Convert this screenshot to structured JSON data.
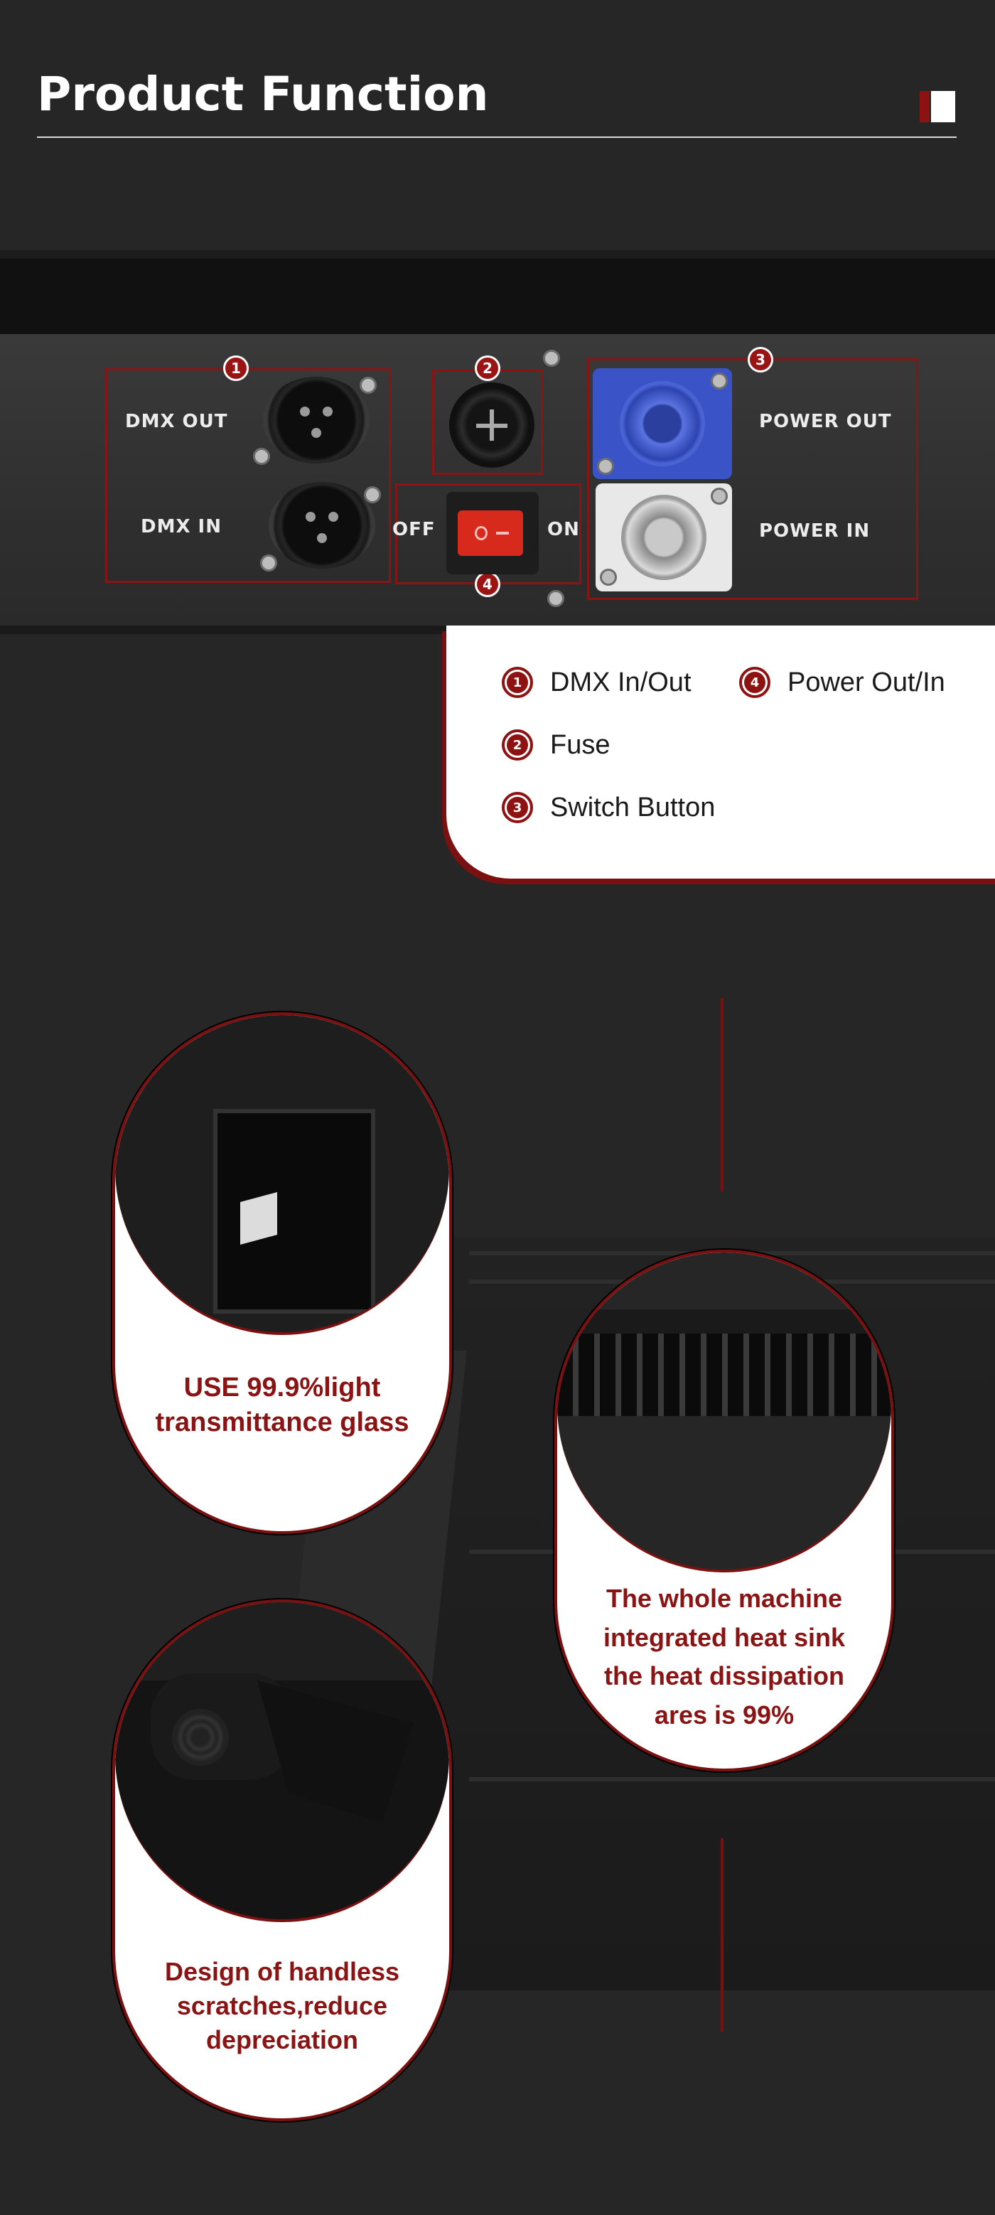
{
  "header": {
    "title": "Product Function"
  },
  "panel": {
    "labels": {
      "dmx_out": "DMX OUT",
      "dmx_in": "DMX IN",
      "off": "OFF",
      "on": "ON",
      "power_out": "POWER OUT",
      "power_in": "POWER IN"
    },
    "badges": [
      "1",
      "2",
      "3",
      "4"
    ]
  },
  "legend": {
    "items": [
      {
        "num": "1",
        "label": "DMX In/Out"
      },
      {
        "num": "4",
        "label": "Power Out/In"
      },
      {
        "num": "2",
        "label": "Fuse"
      },
      {
        "num": "3",
        "label": "Switch Button"
      }
    ]
  },
  "features": [
    {
      "line1": "USE 99.9%light",
      "line2": "transmittance glass"
    },
    {
      "line1": "The whole machine",
      "line2": "integrated heat sink",
      "line3": "the heat dissipation",
      "line4": "ares is 99%"
    },
    {
      "line1": "Design of handless",
      "line2": "scratches,reduce",
      "line3": "depreciation"
    }
  ],
  "colors": {
    "background": "#262626",
    "accent_red": "#8f1212",
    "powercon_blue": "#3a54c8",
    "powercon_white": "#e8e8e8",
    "switch_red": "#d8291d"
  }
}
